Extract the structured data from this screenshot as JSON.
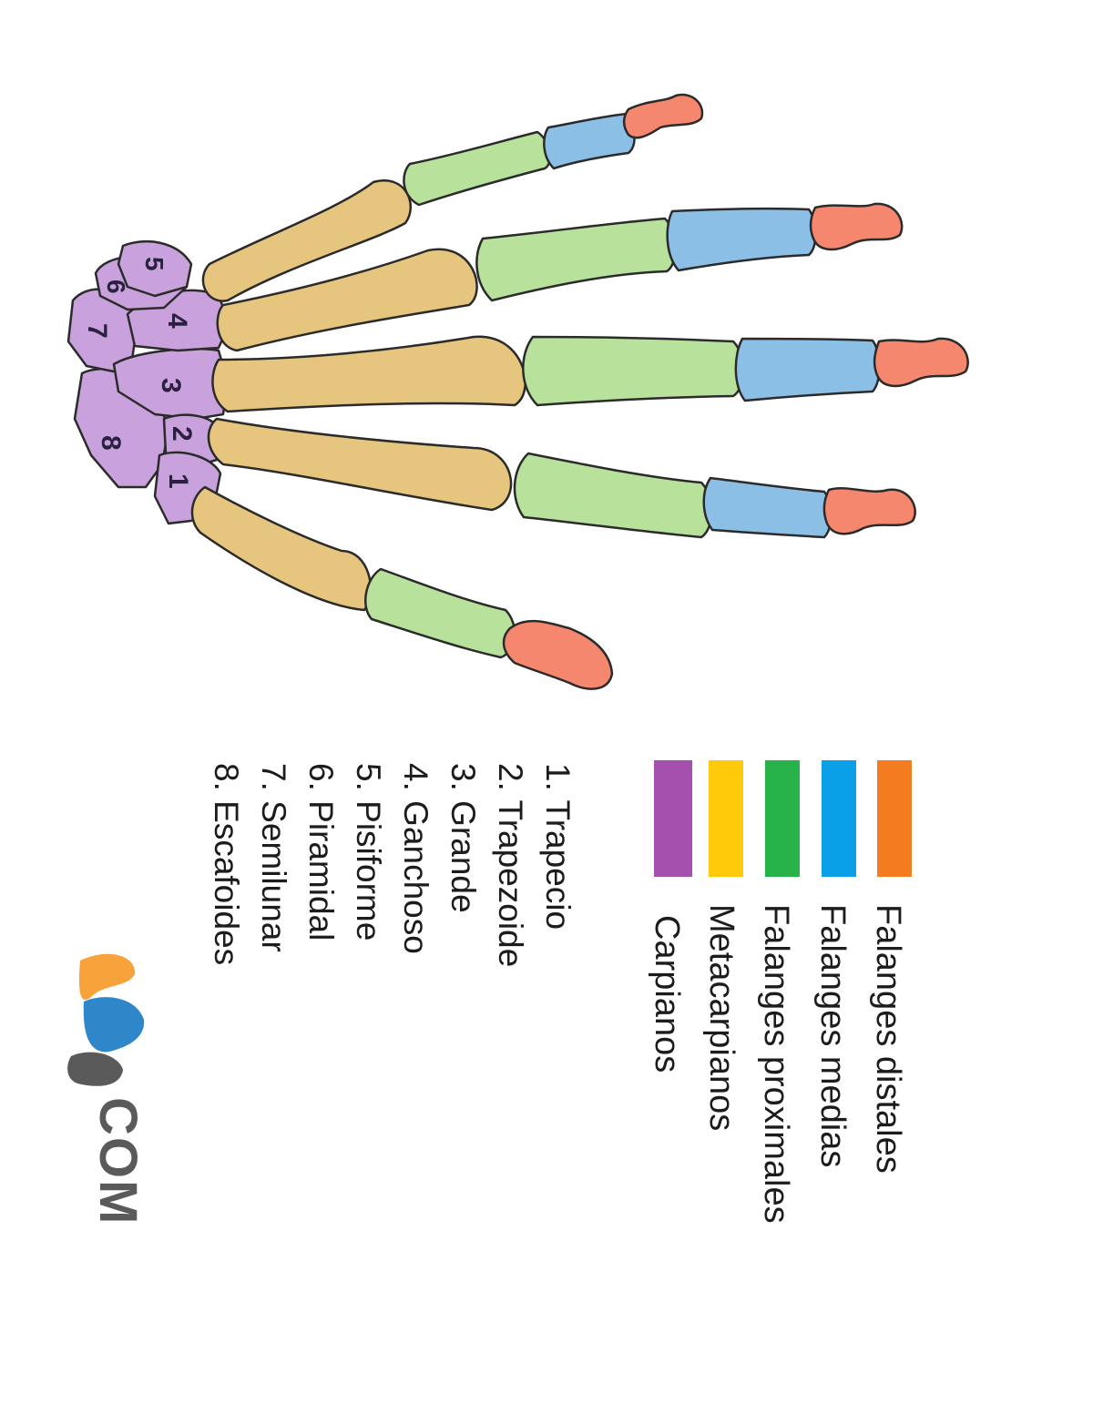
{
  "colors": {
    "falanges_distales": "#f5876f",
    "falanges_medias": "#8bbfe6",
    "falanges_proximales": "#b8e29c",
    "metacarpianos": "#e6c57e",
    "carpianos": "#c9a1dc",
    "legend_distales": "#f47c20",
    "legend_medias": "#0aa0e8",
    "legend_proximales": "#27b24a",
    "legend_metacarpianos": "#ffca0a",
    "legend_carpianos": "#a54fae",
    "logo_orange": "#f7a23b",
    "logo_blue": "#2f86c9",
    "logo_gray": "#5a5a5a"
  },
  "legend": [
    {
      "label": "Falanges distales",
      "color": "#f47c20"
    },
    {
      "label": "Falanges medias",
      "color": "#0aa0e8"
    },
    {
      "label": "Falanges proximales",
      "color": "#27b24a"
    },
    {
      "label": "Metacarpianos",
      "color": "#ffca0a"
    },
    {
      "label": "Carpianos",
      "color": "#a54fae"
    }
  ],
  "carpal_list": [
    "1. Trapecio",
    "2. Trapezoide",
    "3. Grande",
    "4. Ganchoso",
    "5. Pisiforme",
    "6. Piramidal",
    "7. Semilunar",
    "8. Escafoides"
  ],
  "carpal_numbers": [
    "1",
    "2",
    "3",
    "4",
    "5",
    "6",
    "7",
    "8"
  ],
  "logo": {
    "text": "COM"
  }
}
